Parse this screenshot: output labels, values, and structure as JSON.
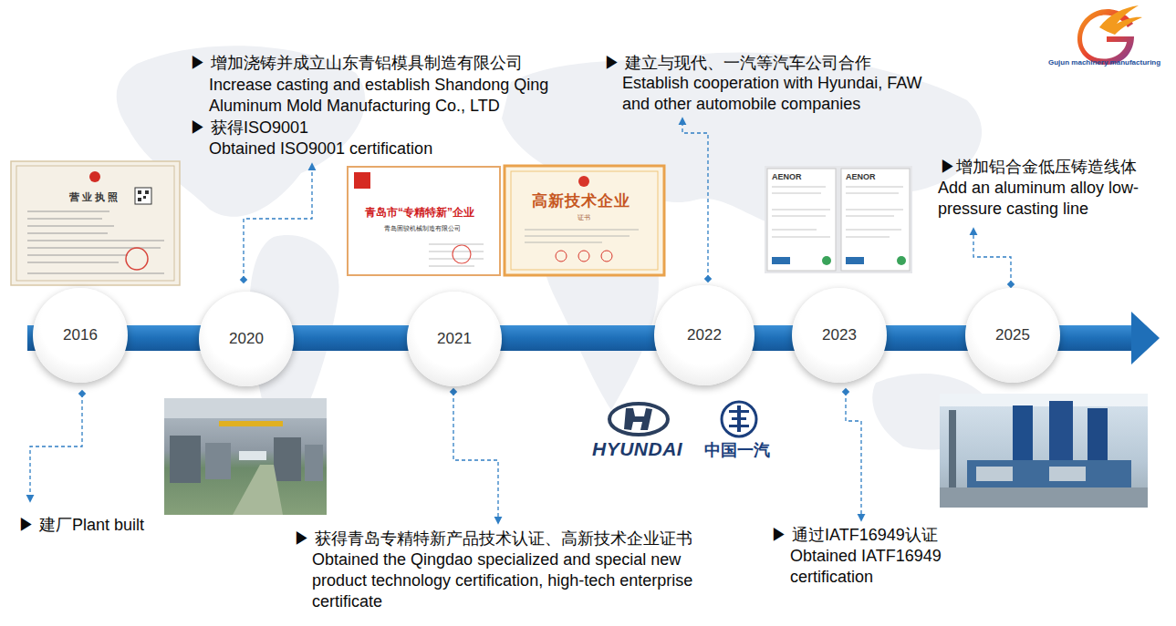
{
  "diagram": {
    "nodes": [
      {
        "text": [
          "2016"
        ]
      },
      {
        "text": [
          "2020"
        ]
      },
      {
        "text": [
          "2021"
        ]
      },
      {
        "text": [
          "2022"
        ]
      },
      {
        "text": [
          "2023"
        ]
      },
      {
        "text": [
          "2025"
        ]
      }
    ],
    "labels": [
      "Gujun machinery manufacturing",
      "▶ 增加浇铸并成立山东青铝模具制造有限公司",
      "Increase casting and establish Shandong Qing Aluminum Mold Manufacturing Co., LTD",
      "▶ 获得ISO9001",
      "Obtained ISO9001 certification",
      "▶ 建立与现代、一汽等汽车公司合作",
      "Establish cooperation with Hyundai, FAW and other automobile companies",
      "营业执照",
      "青岛市“专精特新”企业",
      "青岛固骏机械制造有限公司",
      "高新技术企业",
      "证书",
      "AENOR",
      "AENOR",
      "HYUNDAI",
      "中国一汽",
      "▶增加铝合金低压铸造线体",
      "Add an aluminum alloy low-pressure casting line",
      "▶ 建厂Plant built",
      "▶ 获得青岛专精特新产品技术认证、高新技术企业证书",
      "Obtained the Qingdao specialized and special new product technology certification, high-tech enterprise certificate",
      "▶ 通过IATF16949认证",
      "Obtained IATF16949 certification"
    ]
  }
}
